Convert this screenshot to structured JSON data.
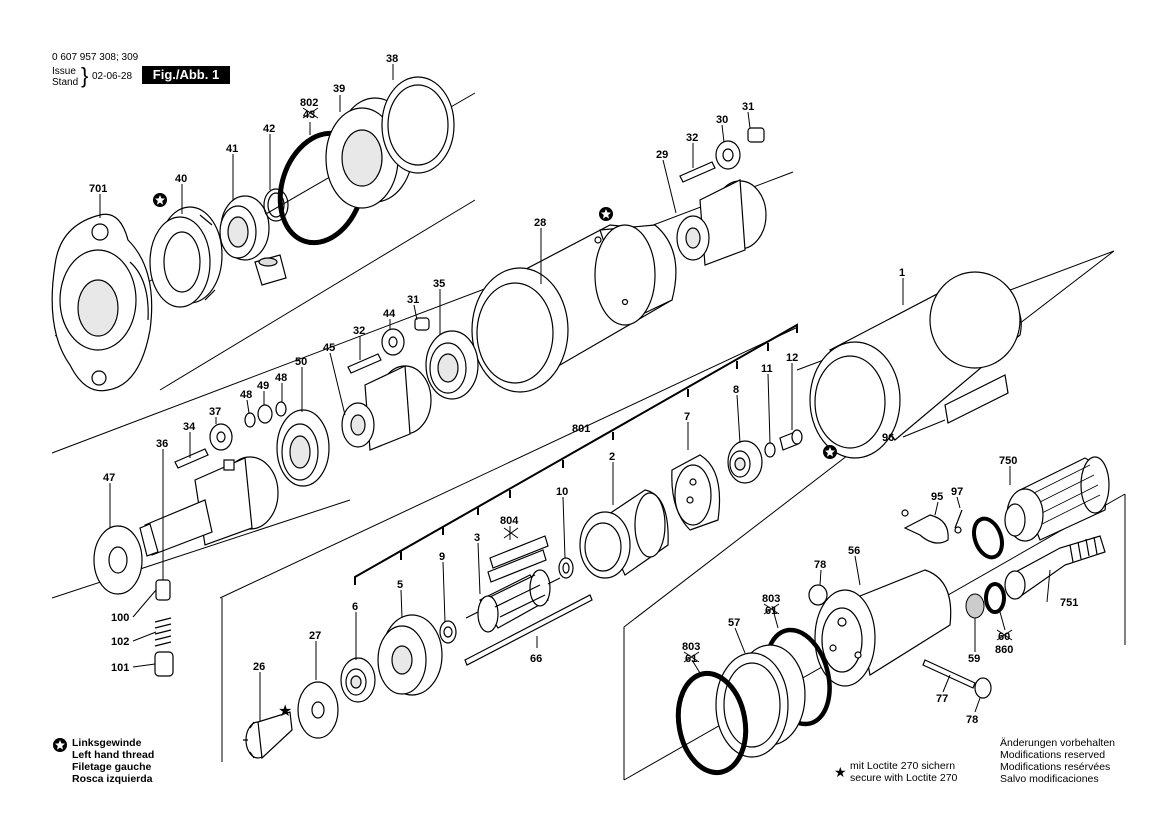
{
  "header": {
    "part_numbers": "0 607 957 308; 309",
    "issue_label": "Issue",
    "stand_label": "Stand",
    "date": "02-06-28",
    "figure": "Fig./Abb. 1"
  },
  "legend_left": {
    "line1": "Linksgewinde",
    "line2": "Left hand thread",
    "line3": "Filetage gauche",
    "line4": "Rosca izquierda"
  },
  "legend_middle": {
    "line1": "mit Loctite 270 sichern",
    "line2": "secure with Loctite 270"
  },
  "legend_right": {
    "line1": "Änderungen vorbehalten",
    "line2": "Modifications reserved",
    "line3": "Modifications resérvées",
    "line4": "Salvo modificaciones"
  },
  "part_labels": {
    "p701": "701",
    "p40": "40",
    "p41": "41",
    "p42": "42",
    "p802": "802",
    "p43": "43",
    "p39": "39",
    "p38": "38",
    "p31a": "31",
    "p30": "30",
    "p32a": "32",
    "p29": "29",
    "p28": "28",
    "p35": "35",
    "p31b": "31",
    "p44": "44",
    "p32b": "32",
    "p45": "45",
    "p50": "50",
    "p48a": "48",
    "p49": "49",
    "p48b": "48",
    "p37": "37",
    "p34": "34",
    "p36": "36",
    "p47": "47",
    "p100": "100",
    "p102": "102",
    "p101": "101",
    "p1": "1",
    "p12": "12",
    "p11": "11",
    "p8": "8",
    "p7": "7",
    "p801": "801",
    "p2": "2",
    "p10": "10",
    "p804": "804",
    "p3": "3",
    "p9": "9",
    "p5": "5",
    "p6": "6",
    "p66": "66",
    "p27": "27",
    "p26": "26",
    "p96": "96",
    "p750": "750",
    "p95": "95",
    "p97": "97",
    "p78a": "78",
    "p56": "56",
    "p751": "751",
    "p803a": "803",
    "p61a": "61",
    "p57": "57",
    "p803b": "803",
    "p61b": "61",
    "p59": "59",
    "p60": "60",
    "p860": "860",
    "p77": "77",
    "p78b": "78"
  },
  "colors": {
    "ink": "#000000",
    "paper": "#ffffff",
    "shade": "#d8d8d8"
  }
}
